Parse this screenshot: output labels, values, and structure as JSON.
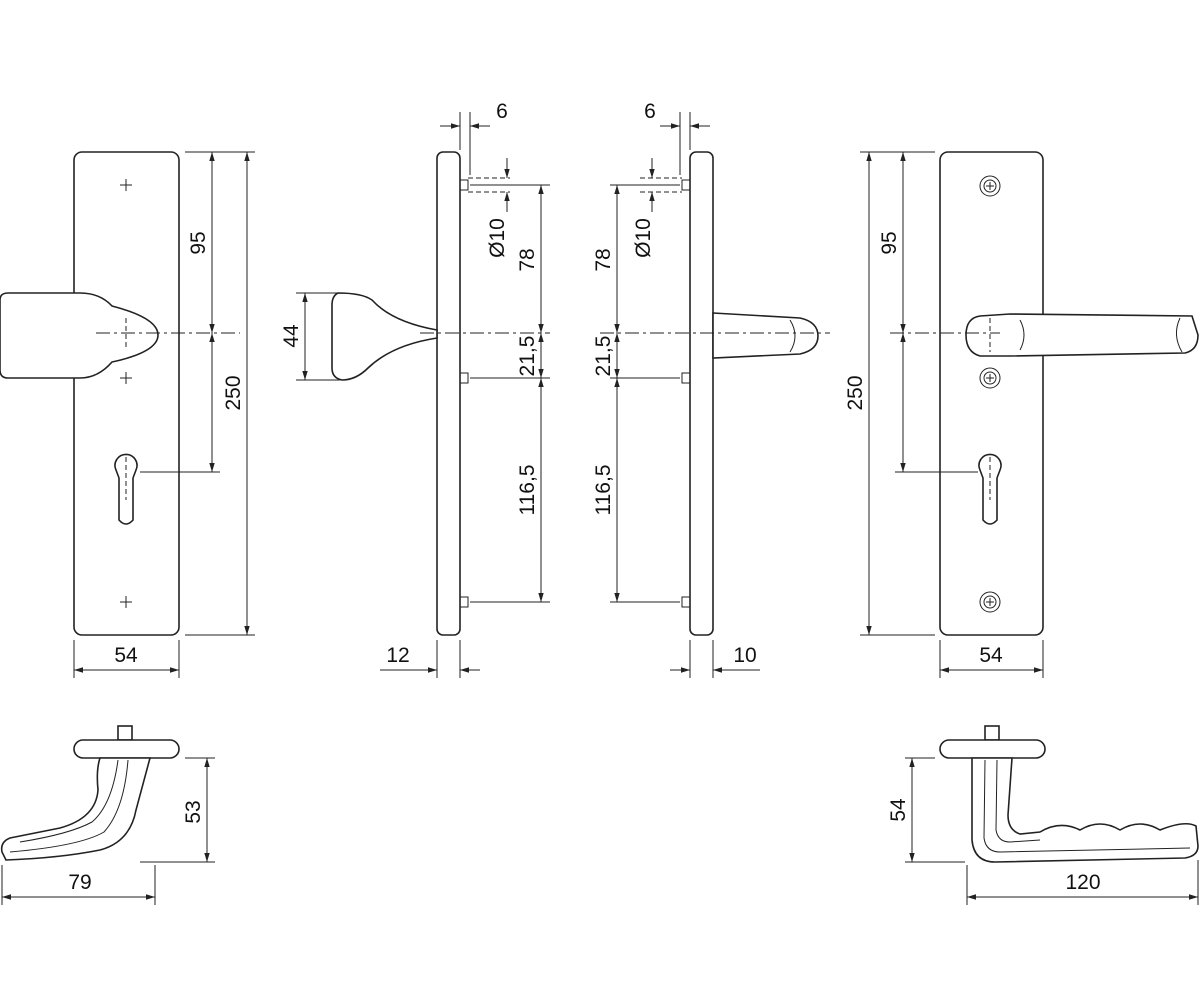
{
  "drawing": {
    "front_left": {
      "dim_top": "95",
      "dim_total": "250",
      "dim_width": "54"
    },
    "side_left": {
      "dim_plate_offset": "6",
      "dim_hole": "Ø10",
      "dim_upper": "78",
      "dim_mid": "21,5",
      "dim_lower": "116,5",
      "dim_handle_height": "44",
      "dim_thickness": "12"
    },
    "side_right": {
      "dim_plate_offset": "6",
      "dim_hole": "Ø10",
      "dim_upper": "78",
      "dim_mid": "21,5",
      "dim_lower": "116,5",
      "dim_thickness": "10"
    },
    "front_right": {
      "dim_top": "95",
      "dim_total": "250",
      "dim_width": "54"
    },
    "top_left": {
      "dim_height": "53",
      "dim_length": "79"
    },
    "top_right": {
      "dim_height": "54",
      "dim_length": "120"
    }
  }
}
